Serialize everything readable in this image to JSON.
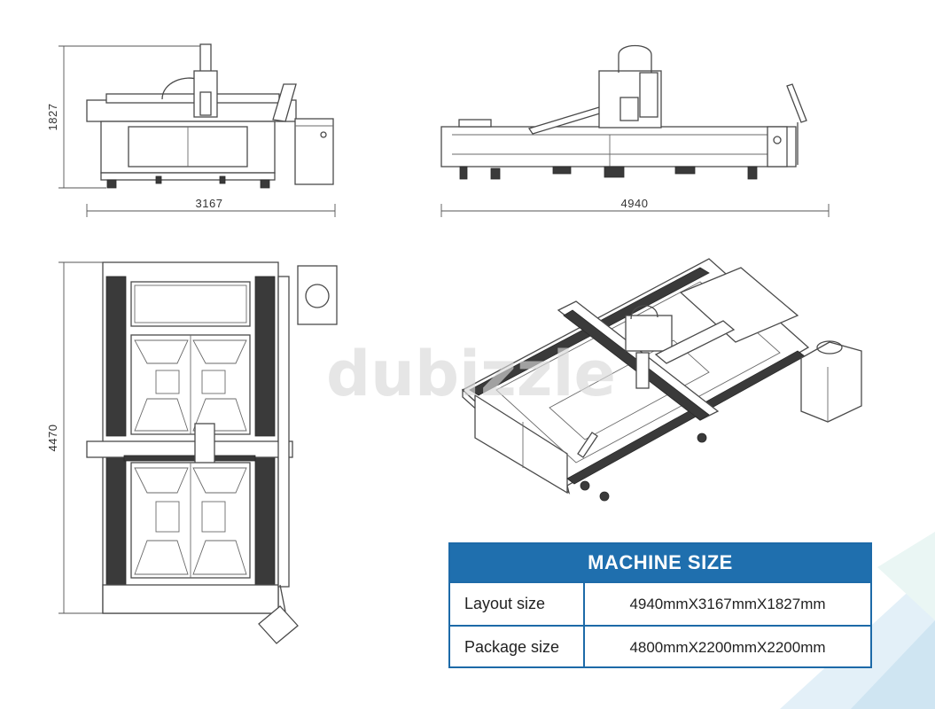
{
  "dimensions": {
    "front_width": "3167",
    "front_height": "1827",
    "side_length": "4940",
    "top_length": "4470"
  },
  "watermark": "dubizzle",
  "table": {
    "title": "MACHINE SIZE",
    "rows": [
      {
        "label": "Layout size",
        "value": "4940mmX3167mmX1827mm"
      },
      {
        "label": "Package size",
        "value": "4800mmX2200mmX2200mm"
      }
    ]
  },
  "colors": {
    "accent": "#1f6fae",
    "border": "#1d6aa8",
    "line": "#4a4a4a",
    "decor": "#dbe9f5"
  }
}
